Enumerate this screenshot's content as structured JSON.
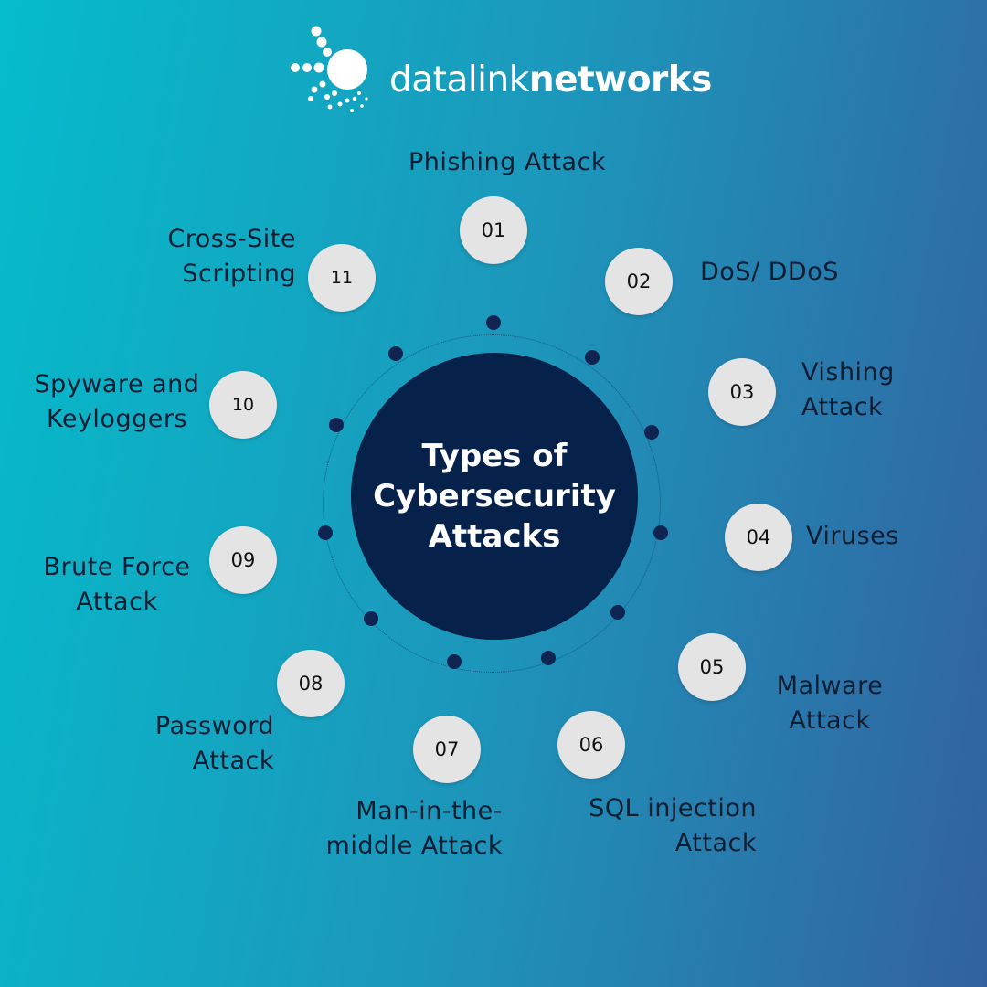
{
  "brand": {
    "name_light": "datalink",
    "name_bold": "networks",
    "logo_icon": "dot-burst-logo-icon",
    "text_color": "#ffffff"
  },
  "center": {
    "title": "Types of\nCybersecurity\nAttacks",
    "fill_color": "#06214a"
  },
  "attacks": [
    {
      "number": "01",
      "label": "Phishing Attack"
    },
    {
      "number": "02",
      "label": "DoS/ DDoS"
    },
    {
      "number": "03",
      "label": "Vishing\nAttack"
    },
    {
      "number": "04",
      "label": "Viruses"
    },
    {
      "number": "05",
      "label": "Malware\nAttack"
    },
    {
      "number": "06",
      "label": "SQL injection\nAttack"
    },
    {
      "number": "07",
      "label": "Man-in-the-\nmiddle Attack"
    },
    {
      "number": "08",
      "label": "Password\nAttack"
    },
    {
      "number": "09",
      "label": "Brute Force\nAttack"
    },
    {
      "number": "10",
      "label": "Spyware and\nKeyloggers"
    },
    {
      "number": "11",
      "label": "Cross-Site\nScripting"
    }
  ],
  "colors": {
    "background_start": "#05bccb",
    "background_end": "#3361a0",
    "badge_fill": "#e4e4e4",
    "ring_dot": "#0f2451",
    "label_text": "#0d1e33"
  }
}
